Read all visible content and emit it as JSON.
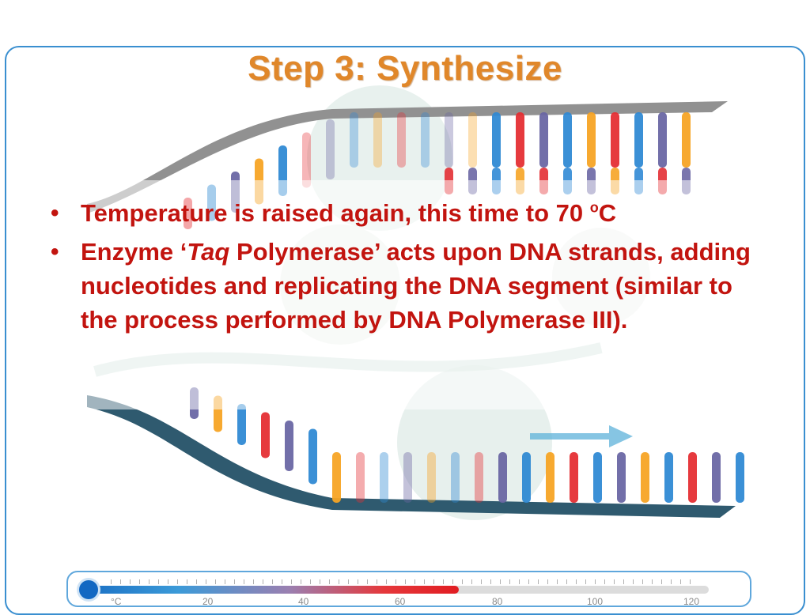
{
  "slide": {
    "title": "Step 3: Synthesize",
    "bullets": [
      {
        "prefix": "Temperature is raised again, this time to 70 ",
        "superscript": "o",
        "suffix": "C"
      },
      {
        "prefix": "Enzyme ‘",
        "emphasis": "Taq",
        "suffix": " Polymerase’ acts upon DNA strands, adding nucleotides and replicating the DNA segment (similar to the process performed by DNA Polymerase III)."
      }
    ]
  },
  "thermometer": {
    "unit": "°C",
    "tick_labels": [
      "20",
      "40",
      "60",
      "80",
      "100",
      "120"
    ],
    "level_celsius": 72,
    "max_celsius": 120
  },
  "colors": {
    "title": "#e0872a",
    "bullet_text": "#c2140f",
    "frame": "#3a8fd0",
    "base_red": "#e11d22",
    "base_blue": "#1f7fd0",
    "base_orange": "#f59c12",
    "base_purple": "#5e5a9c"
  }
}
